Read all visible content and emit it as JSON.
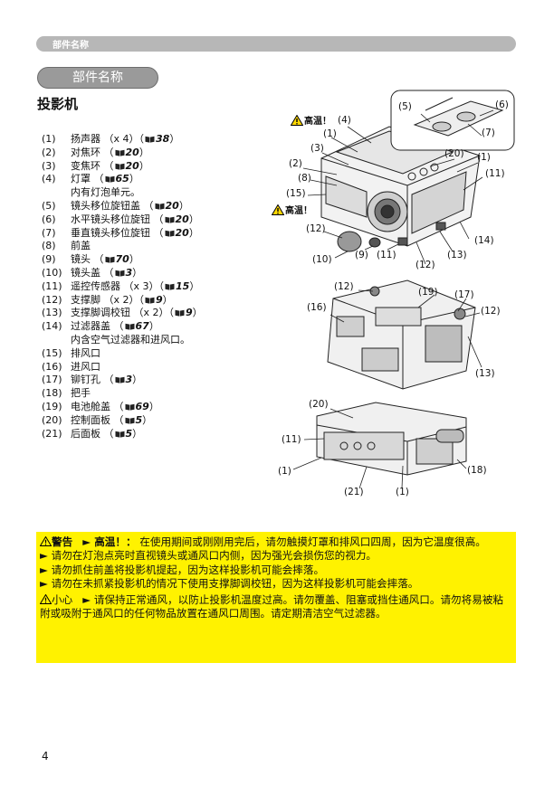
{
  "header": {
    "section_tab": "部件名称"
  },
  "section_title": "部件名称",
  "heading": "投影机",
  "parts": [
    {
      "num": "(1)",
      "name": "扬声器 （x 4）（",
      "ref": "38",
      "tail": "）"
    },
    {
      "num": "(2)",
      "name": "对焦环 （",
      "ref": "20",
      "tail": "）"
    },
    {
      "num": "(3)",
      "name": "变焦环 （",
      "ref": "20",
      "tail": "）"
    },
    {
      "num": "(4)",
      "name": "灯罩 （",
      "ref": "65",
      "tail": "）"
    },
    {
      "num": "",
      "name": "内有灯泡单元。",
      "ref": "",
      "tail": ""
    },
    {
      "num": "(5)",
      "name": "镜头移位旋钮盖 （",
      "ref": "20",
      "tail": "）"
    },
    {
      "num": "(6)",
      "name": "水平镜头移位旋钮 （",
      "ref": "20",
      "tail": "）"
    },
    {
      "num": "(7)",
      "name": "垂直镜头移位旋钮 （",
      "ref": "20",
      "tail": "）"
    },
    {
      "num": "(8)",
      "name": "前盖",
      "ref": "",
      "tail": ""
    },
    {
      "num": "(9)",
      "name": "镜头 （",
      "ref": "70",
      "tail": "）"
    },
    {
      "num": "(10)",
      "name": "镜头盖 （",
      "ref": "3",
      "tail": "）"
    },
    {
      "num": "(11)",
      "name": "遥控传感器 （x 3）（",
      "ref": "15",
      "tail": "）"
    },
    {
      "num": "(12)",
      "name": "支撑脚 （x 2）（",
      "ref": "9",
      "tail": "）"
    },
    {
      "num": "(13)",
      "name": "支撑脚调校钮 （x 2）（",
      "ref": "9",
      "tail": "）"
    },
    {
      "num": "(14)",
      "name": "过滤器盖 （",
      "ref": "67",
      "tail": "）"
    },
    {
      "num": "",
      "name": "内含空气过滤器和进风口。",
      "ref": "",
      "tail": ""
    },
    {
      "num": "(15)",
      "name": "排风口",
      "ref": "",
      "tail": ""
    },
    {
      "num": "(16)",
      "name": "进风口",
      "ref": "",
      "tail": ""
    },
    {
      "num": "(17)",
      "name": "铆钉孔 （",
      "ref": "3",
      "tail": "）"
    },
    {
      "num": "(18)",
      "name": "把手",
      "ref": "",
      "tail": ""
    },
    {
      "num": "(19)",
      "name": "电池舱盖 （",
      "ref": "69",
      "tail": "）"
    },
    {
      "num": "(20)",
      "name": "控制面板 （",
      "ref": "5",
      "tail": "）"
    },
    {
      "num": "(21)",
      "name": "后面板 （",
      "ref": "5",
      "tail": "）"
    }
  ],
  "diagram": {
    "hot_label": "高温！",
    "labels": {
      "l4": "(4)",
      "l1a": "(1)",
      "l3": "(3)",
      "l2": "(2)",
      "l8": "(8)",
      "l15": "(15)",
      "l12a": "(12)",
      "l10": "(10)",
      "l9": "(9)",
      "l11a": "(11)",
      "l12b": "(12)",
      "l13a": "(13)",
      "l14": "(14)",
      "l11b": "(11)",
      "l1b": "(1)",
      "l20a": "(20)",
      "l5": "(5)",
      "l6": "(6)",
      "l7": "(7)",
      "l12c": "(12)",
      "l19": "(19)",
      "l17": "(17)",
      "l16": "(16)",
      "l12d": "(12)",
      "l13b": "(13)",
      "l20b": "(20)",
      "l11c": "(11)",
      "l1c": "(1)",
      "l18": "(18)",
      "l21": "(21)",
      "l1d": "(1)"
    }
  },
  "warning": {
    "title": "警告",
    "hot": "► 高温！：",
    "line1": "在使用期间或刚刚用完后，请勿触摸灯罩和排风口四周，因为它温度很高。",
    "line2": "► 请勿在灯泡点亮时直视镜头或通风口内侧，因为强光会损伤您的视力。",
    "line3": "► 请勿抓住前盖将投影机提起，因为这样投影机可能会摔落。",
    "line4": "► 请勿在未抓紧投影机的情况下使用支撑脚调校钮，因为这样投影机可能会摔落。",
    "caution_title": "小心",
    "caution_text": "► 请保持正常通风，以防止投影机温度过高。请勿覆盖、阻塞或挡住通风口。请勿将易被粘附或吸附于通风口的任何物品放置在通风口周围。请定期清洁空气过滤器。"
  },
  "page_number": "4"
}
